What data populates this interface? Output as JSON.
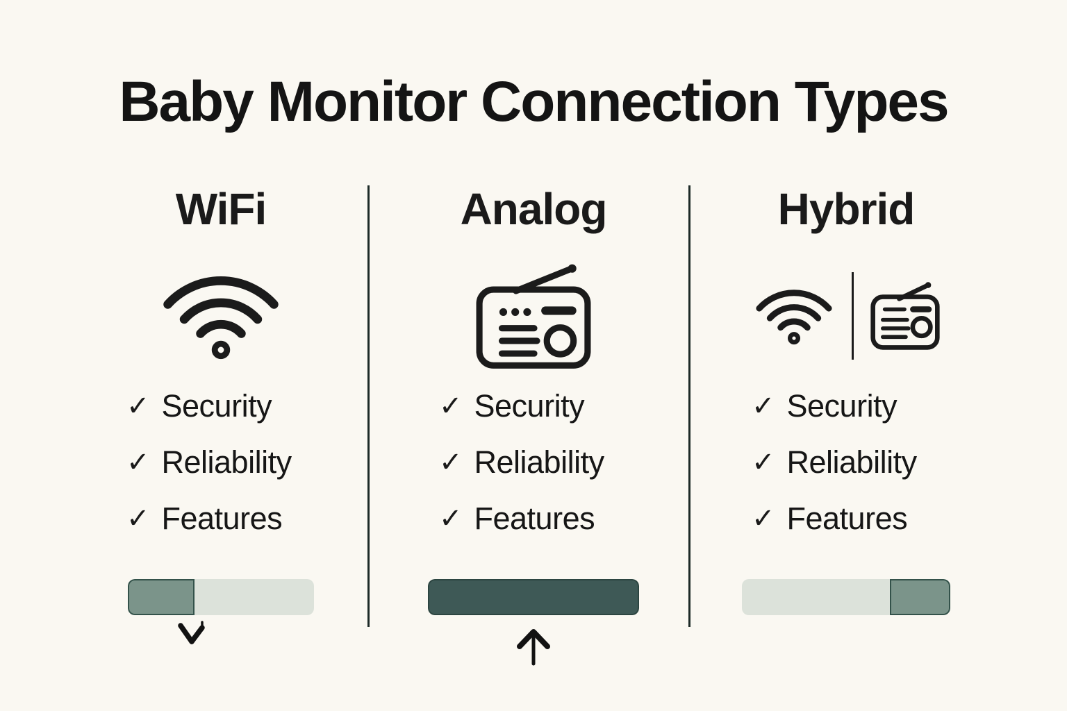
{
  "title": "Baby Monitor Connection Types",
  "checkmark": "✓",
  "colors": {
    "background": "#faf8f2",
    "text": "#171717",
    "icon_stroke": "#1b1b1b",
    "divider": "#1c2a27",
    "bar_track": "#dce2da",
    "bar_fill_partial": "#7b948a",
    "bar_fill_full": "#3e5956"
  },
  "columns": [
    {
      "name": "WiFi",
      "icon": "wifi-icon",
      "features": [
        "Security",
        "Reliability",
        "Features"
      ],
      "bar": {
        "fill_percent": 36,
        "fill_side": "left",
        "fill_style": "left:0;width:36%;background:#7b948a"
      },
      "arrow": "down-arrow-icon"
    },
    {
      "name": "Analog",
      "icon": "radio-icon",
      "features": [
        "Security",
        "Reliability",
        "Features"
      ],
      "bar": {
        "fill_percent": 100,
        "fill_side": "full",
        "fill_style": "left:0;width:100%;background:#3e5956;border-color:#2c4541"
      },
      "arrow": "up-arrow-icon"
    },
    {
      "name": "Hybrid",
      "icon": "wifi-plus-radio-icon",
      "features": [
        "Security",
        "Reliability",
        "Features"
      ],
      "bar": {
        "fill_percent": 29,
        "fill_side": "right",
        "fill_style": "right:0;width:29%;background:#7b948a"
      },
      "arrow": "none"
    }
  ]
}
